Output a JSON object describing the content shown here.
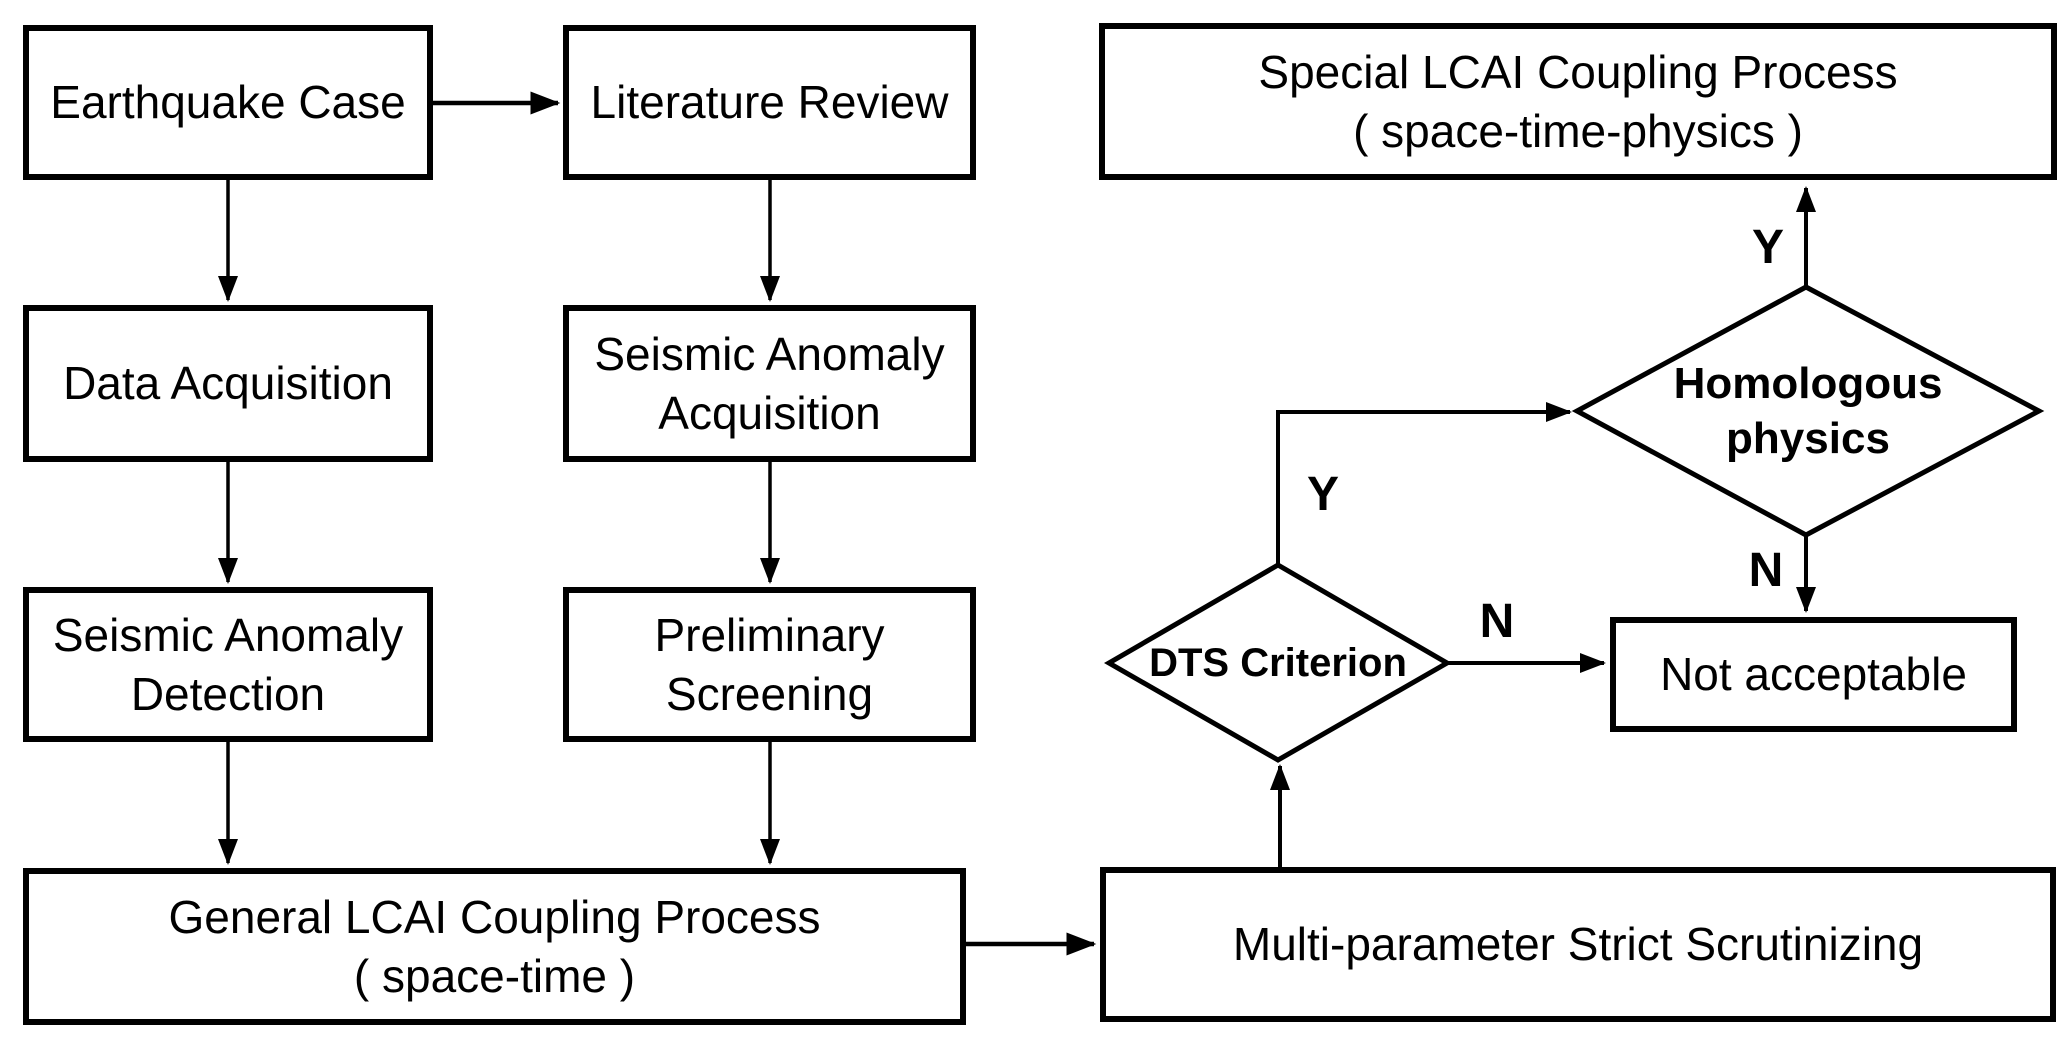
{
  "diagram": {
    "background": "#ffffff",
    "line_color": "#000000",
    "nodes": {
      "earthquake_case": {
        "label": "Earthquake Case",
        "shape": "rect"
      },
      "literature_review": {
        "label": "Literature Review",
        "shape": "rect"
      },
      "data_acquisition": {
        "label": "Data Acquisition",
        "shape": "rect"
      },
      "seismic_anomaly_acquisition": {
        "label": "Seismic Anomaly\nAcquisition",
        "shape": "rect"
      },
      "seismic_anomaly_detection": {
        "label": "Seismic Anomaly\nDetection",
        "shape": "rect"
      },
      "preliminary_screening": {
        "label": "Preliminary\nScreening",
        "shape": "rect"
      },
      "general_lcai": {
        "label": "General LCAI Coupling Process\n( space-time )",
        "shape": "rect"
      },
      "multi_parameter": {
        "label": "Multi-parameter Strict Scrutinizing",
        "shape": "rect"
      },
      "dts_criterion": {
        "label": "DTS Criterion",
        "shape": "diamond"
      },
      "homologous_physics": {
        "label": "Homologous\nphysics",
        "shape": "diamond"
      },
      "not_acceptable": {
        "label": "Not acceptable",
        "shape": "rect"
      },
      "special_lcai": {
        "label": "Special LCAI Coupling Process\n( space-time-physics )",
        "shape": "rect"
      }
    },
    "edges": [
      {
        "from": "earthquake_case",
        "to": "literature_review"
      },
      {
        "from": "earthquake_case",
        "to": "data_acquisition"
      },
      {
        "from": "literature_review",
        "to": "seismic_anomaly_acquisition"
      },
      {
        "from": "data_acquisition",
        "to": "seismic_anomaly_detection"
      },
      {
        "from": "seismic_anomaly_acquisition",
        "to": "preliminary_screening"
      },
      {
        "from": "seismic_anomaly_detection",
        "to": "general_lcai"
      },
      {
        "from": "preliminary_screening",
        "to": "general_lcai"
      },
      {
        "from": "general_lcai",
        "to": "multi_parameter"
      },
      {
        "from": "multi_parameter",
        "to": "dts_criterion"
      },
      {
        "from": "dts_criterion",
        "to": "homologous_physics",
        "label": "Y"
      },
      {
        "from": "dts_criterion",
        "to": "not_acceptable",
        "label": "N"
      },
      {
        "from": "homologous_physics",
        "to": "special_lcai",
        "label": "Y"
      },
      {
        "from": "homologous_physics",
        "to": "not_acceptable",
        "label": "N"
      }
    ]
  }
}
